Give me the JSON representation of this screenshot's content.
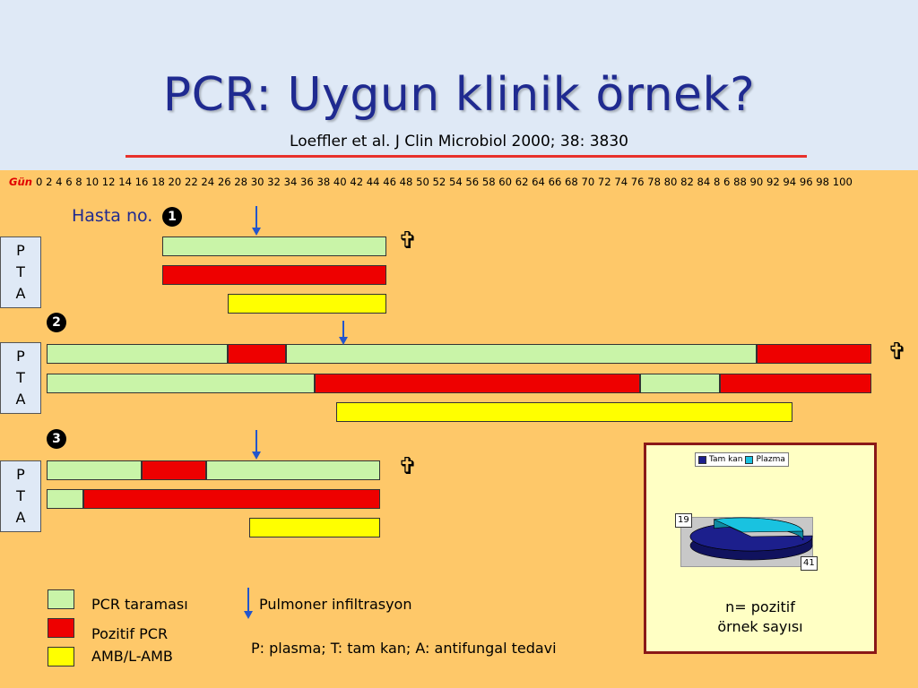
{
  "title": "PCR: Uygun klinik örnek?",
  "subtitle": "Loeffler et al. J Clin Microbiol 2000; 38: 3830",
  "day_axis": {
    "label": "Gün",
    "ticks": "0 2 4 6 8 10 12 14 16 18 20 22 24 26 28 30 32 34 36 38 40 42 44 46 48 50 52 54 56 58 60 62 64 66 68 70 72 74 76 78 80 82 84 8 6 88 90 92 94 96 98 100"
  },
  "patients": [
    {
      "label": "Hasta no.",
      "number": "1",
      "number_glyph": "➊",
      "pta": [
        "P",
        "T",
        "A"
      ],
      "death": "✞"
    },
    {
      "label": "",
      "number": "2",
      "number_glyph": "➋",
      "pta": [
        "P",
        "T",
        "A"
      ],
      "death": "✞"
    },
    {
      "label": "",
      "number": "3",
      "number_glyph": "➌",
      "pta": [
        "P",
        "T",
        "A"
      ],
      "death": "✞"
    }
  ],
  "legend": {
    "pcr_screening": "PCR taraması",
    "positive_pcr": "Pozitif PCR",
    "amb": "AMB/L-AMB",
    "infiltration": "Pulmoner infiltrasyon",
    "abbrev": "P: plasma; T: tam kan; A: antifungal tedavi"
  },
  "colors": {
    "pcr_screening": "#c9f4a8",
    "positive_pcr": "#ee0000",
    "amb": "#ffff00",
    "arrow": "#2255cc",
    "title": "#1f2a90"
  },
  "chart_data": {
    "type": "pie",
    "legend": [
      "Tam kan",
      "Plazma"
    ],
    "values": [
      41,
      19
    ],
    "colors": [
      "#1c1f8c",
      "#19c2e0"
    ],
    "caption_line1": "n= pozitif",
    "caption_line2": "örnek sayısı"
  },
  "icons": {
    "cross": "latin-cross-icon",
    "arrow": "down-arrow-icon"
  }
}
